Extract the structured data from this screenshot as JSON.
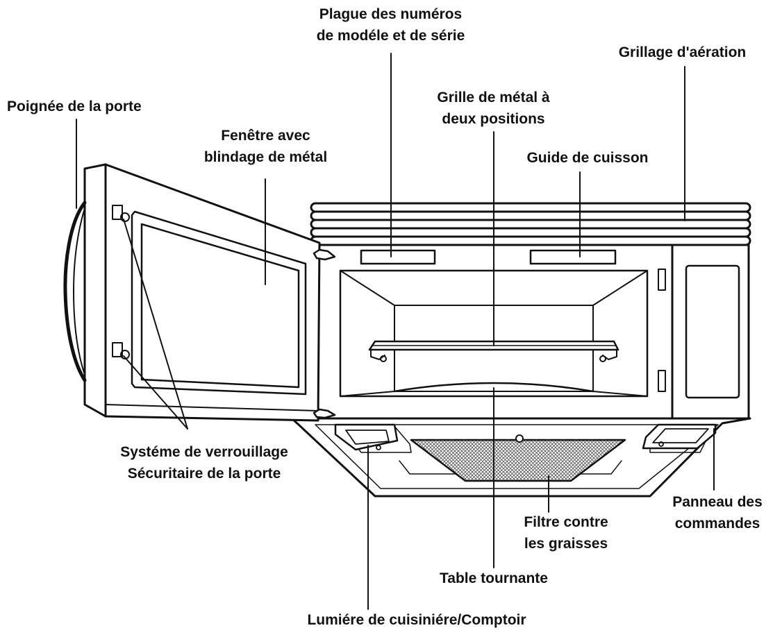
{
  "labels": {
    "plaque": [
      "Plague des numéros",
      "de modéle et de série"
    ],
    "grillage": [
      "Grillage d'aération"
    ],
    "poignee": [
      "Poignée de la porte"
    ],
    "grille": [
      "Grille de métal à",
      "deux positions"
    ],
    "fenetre": [
      "Fenêtre avec",
      "blindage de métal"
    ],
    "guide": [
      "Guide de cuisson"
    ],
    "verrouillage": [
      "Systéme de verrouillage",
      "Sécuritaire de la porte"
    ],
    "panneau": [
      "Panneau des",
      "commandes"
    ],
    "filtre": [
      "Filtre contre",
      "les graisses"
    ],
    "table": [
      "Table tournante"
    ],
    "lumiere": [
      "Lumiére de cuisiniére/Comptoir"
    ]
  },
  "colors": {
    "ink": "#111111",
    "filter_mesh": "#555555",
    "background": "#ffffff"
  }
}
